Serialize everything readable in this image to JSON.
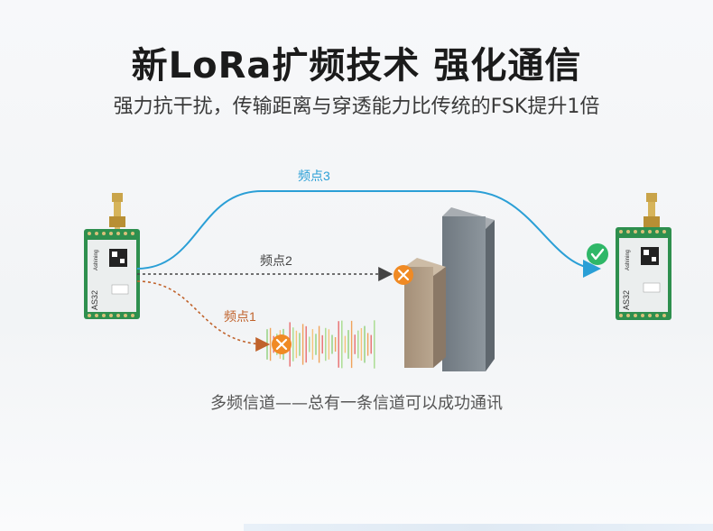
{
  "header": {
    "title": "新LoRa扩频技术 强化通信",
    "subtitle": "强力抗干扰，传输距离与穿透能力比传统的FSK提升1倍"
  },
  "paths": {
    "p3": {
      "label": "频点3",
      "color": "#2a9fd6"
    },
    "p2": {
      "label": "频点2",
      "color": "#444444"
    },
    "p1": {
      "label": "频点1",
      "color": "#c0622b"
    }
  },
  "module": {
    "model": "AS32",
    "brand": "Ashining"
  },
  "caption": "多频信道——总有一条信道可以成功通讯",
  "colors": {
    "fail": "#f08a24",
    "success": "#2fb768",
    "board": "#2e8f4e"
  }
}
